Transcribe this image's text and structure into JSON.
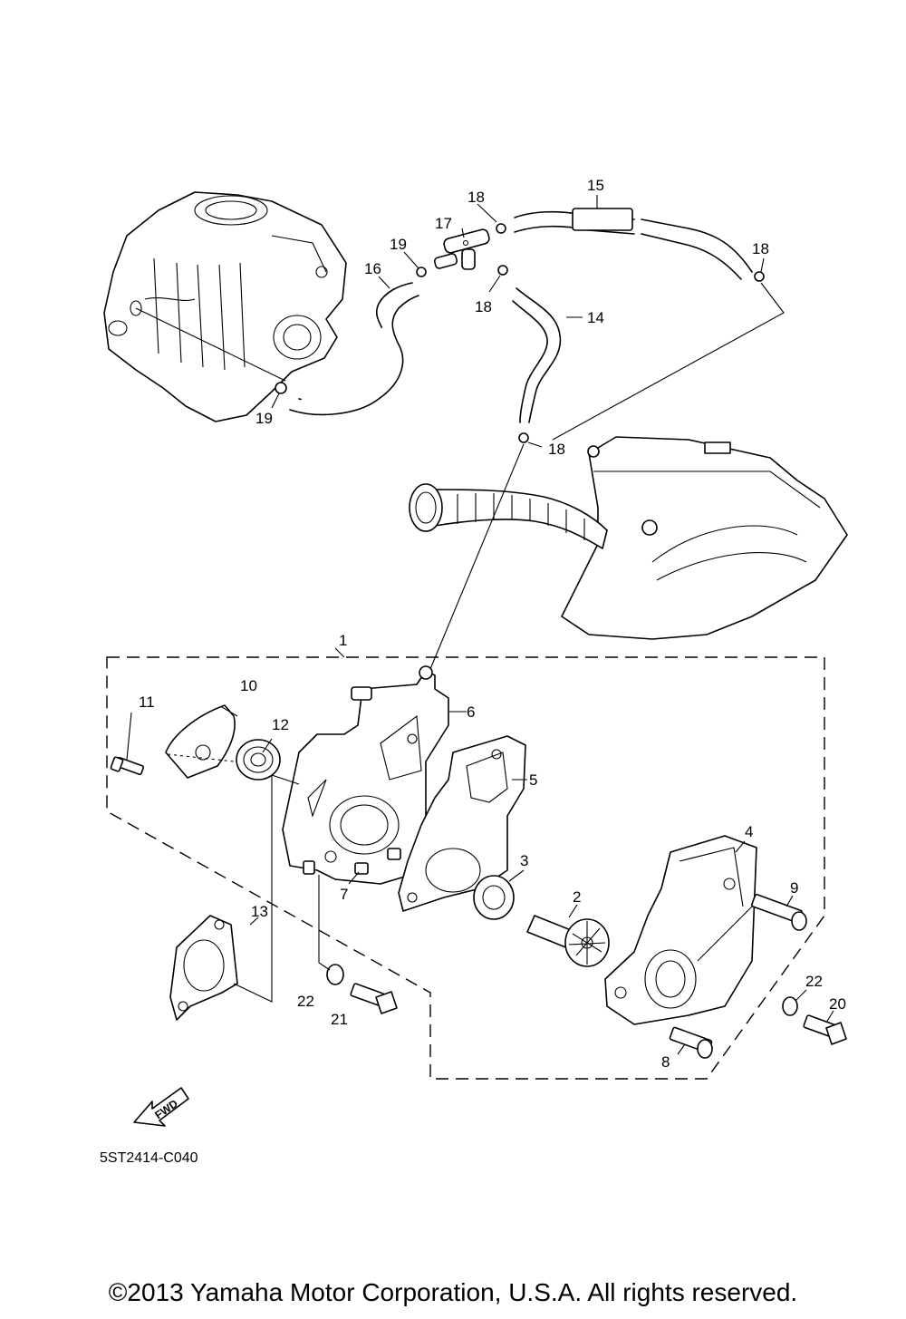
{
  "diagram": {
    "callouts": {
      "c1": "1",
      "c2": "2",
      "c3": "3",
      "c4": "4",
      "c5": "5",
      "c6": "6",
      "c7": "7",
      "c8": "8",
      "c9": "9",
      "c10": "10",
      "c11": "11",
      "c12": "12",
      "c13": "13",
      "c14": "14",
      "c15": "15",
      "c16": "16",
      "c17": "17",
      "c18a": "18",
      "c18b": "18",
      "c18c": "18",
      "c18d": "18",
      "c19a": "19",
      "c19b": "19",
      "c20": "20",
      "c21": "21",
      "c22a": "22",
      "c22b": "22"
    },
    "fwd_label": "FWD",
    "drawing_code": "5ST2414-C040"
  },
  "footer": {
    "copyright": "©2013 Yamaha Motor Corporation, U.S.A. All rights reserved."
  }
}
